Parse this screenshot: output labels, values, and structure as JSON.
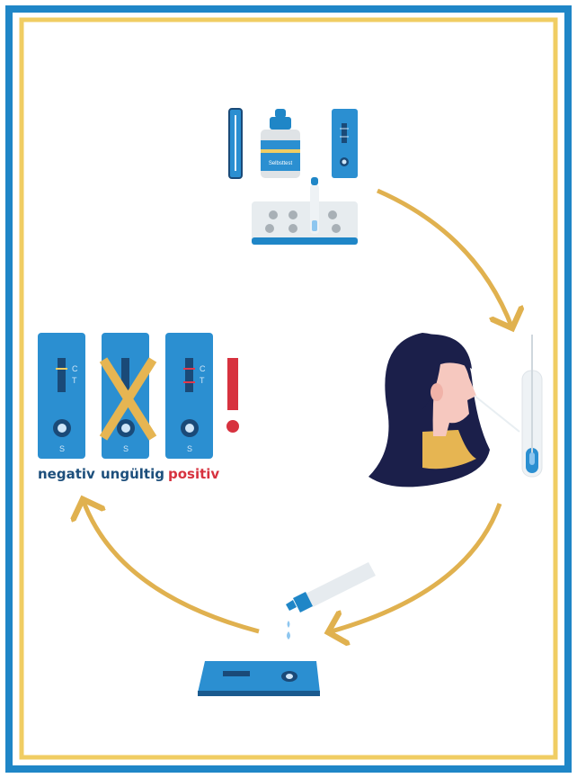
{
  "kit": {
    "bottle_label": "Selbsttest"
  },
  "cassette": {
    "c_mark": "C",
    "t_mark": "T",
    "s_mark": "S"
  },
  "results": [
    {
      "label": "negativ",
      "color": "#1d4f7c"
    },
    {
      "label": "ungültig",
      "color": "#1d4f7c"
    },
    {
      "label": "positiv",
      "color": "#d7323f"
    }
  ],
  "colors": {
    "frame_blue": "#1f86c7",
    "frame_yellow": "#f0cd63",
    "arrow": "#e0b14f",
    "cassette": "#2b8fd1"
  }
}
